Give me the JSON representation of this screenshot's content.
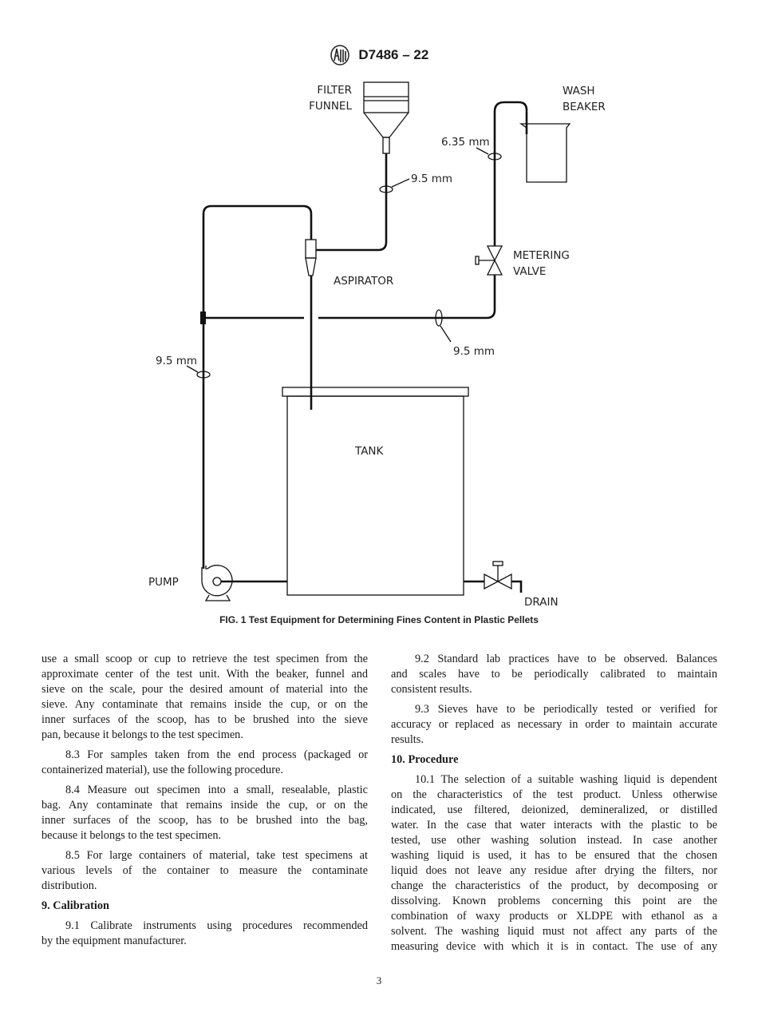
{
  "header": {
    "logo_text": "ASTM",
    "designation": "D7486 – 22"
  },
  "figure": {
    "labels": {
      "filter_funnel": [
        "FILTER",
        "FUNNEL"
      ],
      "wash_beaker": [
        "WASH",
        "BEAKER"
      ],
      "metering_valve": [
        "METERING",
        "VALVE"
      ],
      "aspirator": "ASPIRATOR",
      "tank": "TANK",
      "pump": "PUMP",
      "drain": "DRAIN",
      "dim_funnel_tube": "9.5 mm",
      "dim_beaker_tube": "6.35 mm",
      "dim_return_tube": "9.5 mm",
      "dim_pump_tube": "9.5 mm"
    },
    "caption": "FIG. 1 Test Equipment for Determining Fines Content in Plastic Pellets"
  },
  "columns": {
    "left": [
      {
        "type": "para",
        "indent": false,
        "lines": [
          "use a small scoop or cup to retrieve the test specimen from the",
          "approximate center of the test unit. With the beaker, funnel and",
          "sieve on the scale, pour the desired amount of material into the",
          "sieve. Any contaminate that remains inside the cup, or on the",
          "inner surfaces of the scoop, has to be brushed into the sieve",
          "pan, because it belongs to the test specimen."
        ]
      },
      {
        "type": "para",
        "indent": true,
        "lines": [
          "8.3 For samples taken from the end process (packaged or",
          "containerized material), use the following procedure."
        ]
      },
      {
        "type": "para",
        "indent": true,
        "lines": [
          "8.4 Measure out specimen into a small, resealable, plastic",
          "bag. Any contaminate that remains inside the cup, or on the",
          "inner surfaces of the scoop, has to be brushed into the bag,",
          "because it belongs to the test specimen."
        ]
      },
      {
        "type": "para",
        "indent": true,
        "lines": [
          "8.5 For large containers of material, take test specimens at",
          "various levels of the container to measure the contaminate",
          "distribution."
        ]
      },
      {
        "type": "heading",
        "text": "9.  Calibration"
      },
      {
        "type": "para",
        "indent": true,
        "lines": [
          "9.1 Calibrate instruments using procedures recommended",
          "by the equipment manufacturer."
        ]
      }
    ],
    "right": [
      {
        "type": "para",
        "indent": true,
        "lines": [
          "9.2 Standard lab practices have to be observed. Balances",
          "and scales have to be periodically calibrated to maintain",
          "consistent results."
        ]
      },
      {
        "type": "para",
        "indent": true,
        "lines": [
          "9.3 Sieves have to be periodically tested or verified for",
          "accuracy or replaced as necessary in order to maintain accurate",
          "results."
        ]
      },
      {
        "type": "heading",
        "text": "10.  Procedure"
      },
      {
        "type": "para",
        "indent": true,
        "lines": [
          "10.1 The selection of a suitable washing liquid is dependent",
          "on the characteristics of the test product. Unless otherwise",
          "indicated, use filtered, deionized, demineralized, or distilled",
          "water. In the case that water interacts with the plastic to be",
          "tested, use other washing solution instead. In case another",
          "washing liquid is used, it has to be ensured that the chosen",
          "liquid does not leave any residue after drying the filters, nor",
          "change the characteristics of the product, by decomposing or",
          "dissolving. Known problems concerning this point are the",
          "combination of waxy products or XLDPE with ethanol as a",
          "solvent. The washing liquid must not affect any parts of the",
          "measuring device with which it is in contact. The use of any"
        ],
        "continues": true
      }
    ]
  },
  "page_number": "3"
}
